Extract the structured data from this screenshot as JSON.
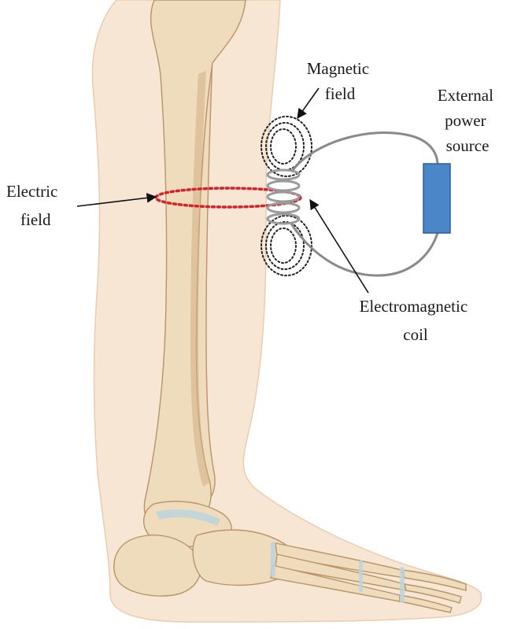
{
  "labels": {
    "magnetic_field": [
      "Magnetic",
      "field"
    ],
    "external_power_source": [
      "External",
      "power",
      "source"
    ],
    "electric_field": [
      "Electric",
      "field"
    ],
    "electromagnetic_coil": [
      "Electromagnetic",
      "coil"
    ]
  },
  "colors": {
    "background": "#ffffff",
    "skin": "#f6e6d3",
    "skin_outline": "#e8cdb0",
    "bone": "#efdcbc",
    "bone_shadow": "#cfae82",
    "bone_outline": "#b89468",
    "joint_cartilage": "#bcd3dd",
    "wire": "#8a8a8a",
    "coil": "#9a9a9a",
    "power_source": "#4a86c8",
    "power_source_border": "#2d5f9a",
    "electric_field": "#d8202a",
    "magnetic_field": "#222222",
    "arrow": "#111111"
  }
}
